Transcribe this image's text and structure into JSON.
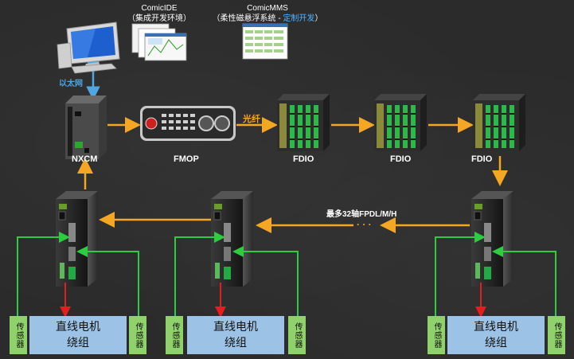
{
  "software": {
    "ide_name": "ComicIDE",
    "ide_sub": "（集成开发环境）",
    "mms_name": "ComicMMS",
    "mms_sub_prefix": "（柔性磁悬浮系统 - ",
    "mms_sub_highlight": "定制开发",
    "mms_sub_suffix": "）"
  },
  "links": {
    "ethernet": "以太网",
    "fiber": "光纤",
    "max_axes": "最多32轴FPDL/M/H",
    "ellipsis": "· · ·"
  },
  "devices": {
    "nxcm": "NXCM",
    "fmop": "FMOP",
    "fdio_1": "FDIO",
    "fdio_2": "FDIO",
    "fdio_3": "FDIO"
  },
  "bottom": {
    "winding_line1": "直线电机",
    "winding_line2": "绕组",
    "sensor": "传感器"
  },
  "colors": {
    "arrow": "#f5a623",
    "green_line": "#2ecc40",
    "red_line": "#e02020",
    "blue_arrow": "#4fa6e0",
    "highlight": "#4fb3ff"
  }
}
